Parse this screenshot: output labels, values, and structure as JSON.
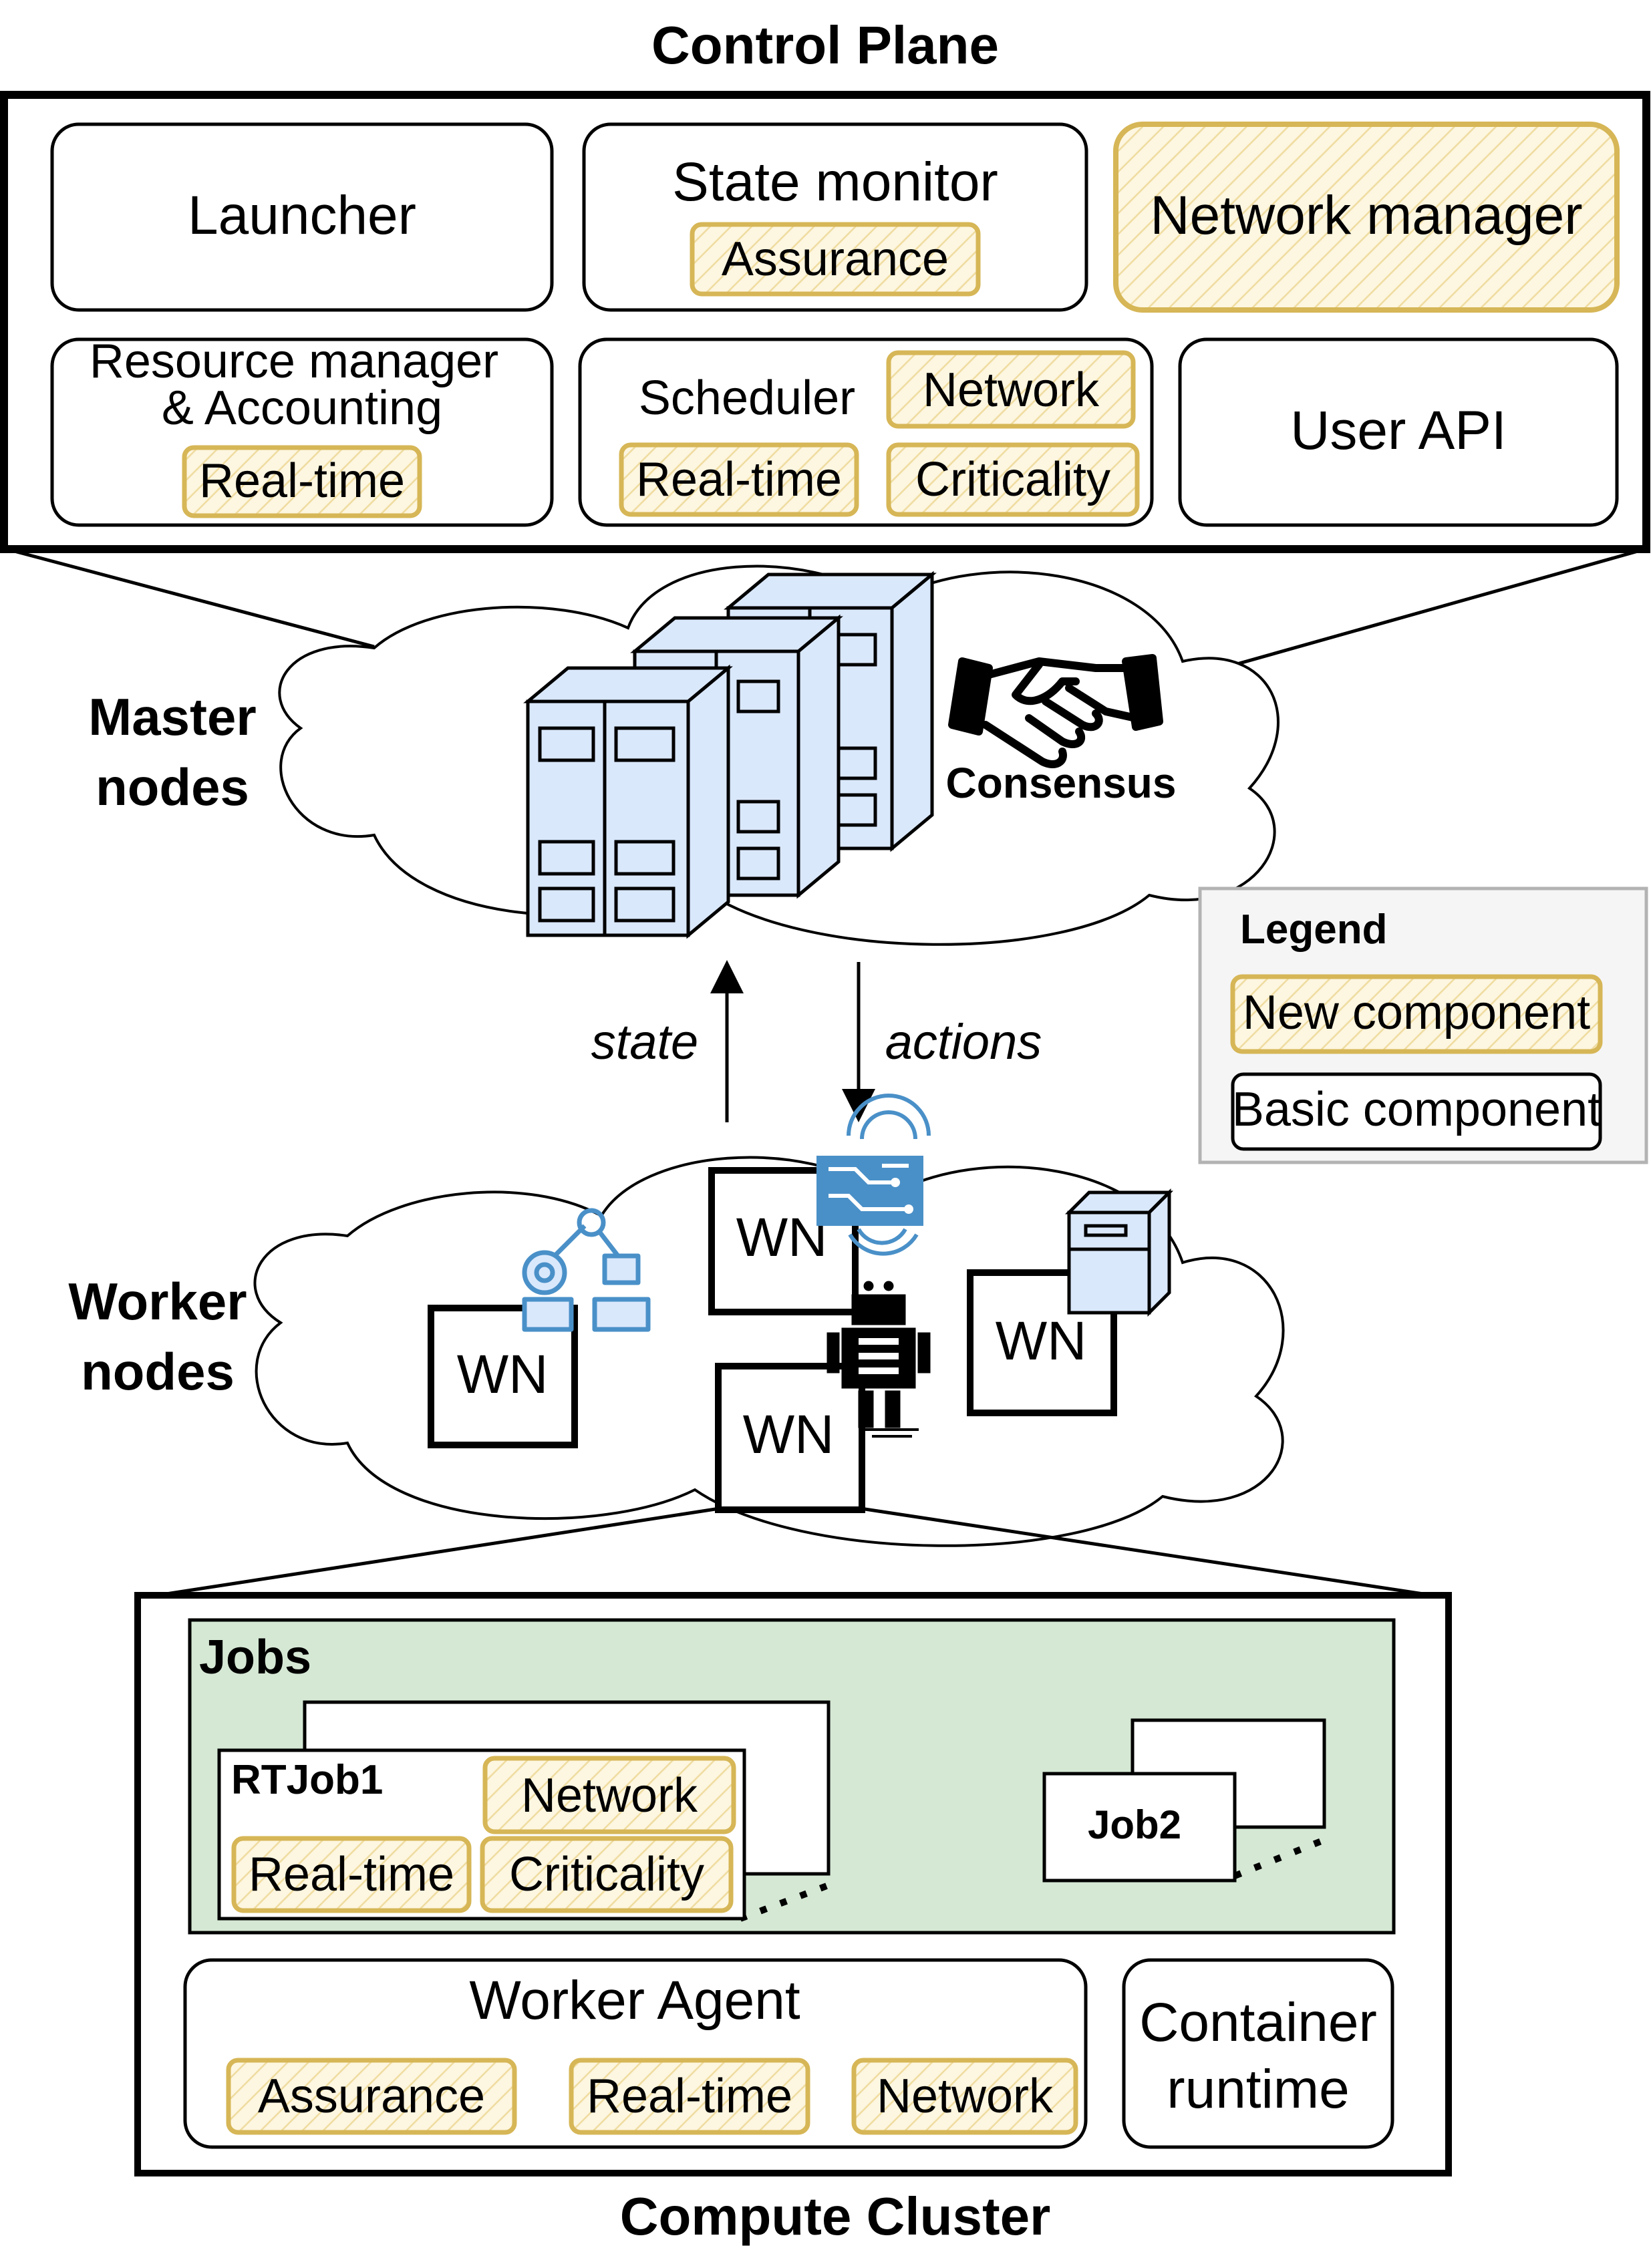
{
  "control_plane": {
    "title": "Control Plane",
    "launcher": "Launcher",
    "state_monitor": {
      "label": "State monitor",
      "badge_assurance": "Assurance"
    },
    "network_manager": "Network manager",
    "resource_manager": {
      "line1": "Resource manager",
      "line2": "& Accounting",
      "badge_realtime": "Real-time"
    },
    "scheduler": {
      "label": "Scheduler",
      "badge_network": "Network",
      "badge_realtime": "Real-time",
      "badge_criticality": "Criticality"
    },
    "user_api": "User API"
  },
  "master_nodes": {
    "line1": "Master",
    "line2": "nodes",
    "consensus": "Consensus"
  },
  "flow": {
    "state": "state",
    "actions": "actions"
  },
  "worker_nodes": {
    "line1": "Worker",
    "line2": "nodes",
    "wn": "WN"
  },
  "legend": {
    "title": "Legend",
    "new_component": "New component",
    "basic_component": "Basic component"
  },
  "compute_cluster": {
    "title": "Compute Cluster",
    "jobs": {
      "title": "Jobs",
      "rtjob1": {
        "label": "RTJob1",
        "badge_network": "Network",
        "badge_realtime": "Real-time",
        "badge_criticality": "Criticality"
      },
      "job2": "Job2"
    },
    "worker_agent": {
      "label": "Worker Agent",
      "badge_assurance": "Assurance",
      "badge_realtime": "Real-time",
      "badge_network": "Network"
    },
    "container_runtime": {
      "line1": "Container",
      "line2": "runtime"
    }
  },
  "colors": {
    "new_component_border": "#d6b656",
    "new_component_fill": "#fdf6e0",
    "jobs_fill": "#d5e8d4",
    "server_fill": "#dae8fc",
    "server_stroke": "#000000",
    "icon_blue": "#4a90c8",
    "legend_fill": "#f5f5f5",
    "legend_border": "#b3b3b3"
  },
  "icons": [
    "server-rack-icon",
    "handshake-icon",
    "robot-arm-icon",
    "iot-chip-icon",
    "robot-icon",
    "server-tower-icon"
  ]
}
